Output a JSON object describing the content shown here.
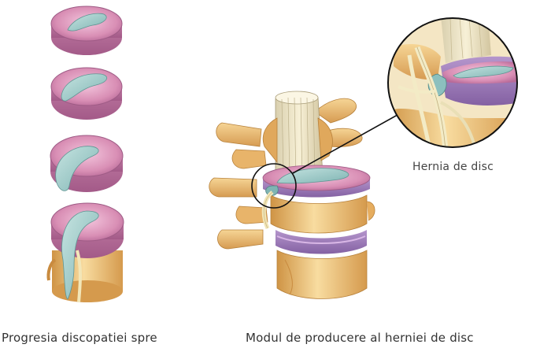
{
  "captions": {
    "progression": "Progresia discopatiei spre",
    "mechanism": "Modul de producere al herniei de disc",
    "hernia_label": "Hernia de disc"
  },
  "colors": {
    "disc_outer": "#d98fb5",
    "disc_outer_dark": "#b86a98",
    "disc_nucleus": "#9cc9c6",
    "bone": "#efc27a",
    "bone_dark": "#cf9445",
    "bone_light": "#f8dca0",
    "nerve": "#f2e6b8",
    "cartilage": "#9b78b6",
    "outline": "#222222"
  },
  "progression_stages": [
    {
      "stage": 1
    },
    {
      "stage": 2
    },
    {
      "stage": 3
    },
    {
      "stage": 4
    }
  ]
}
